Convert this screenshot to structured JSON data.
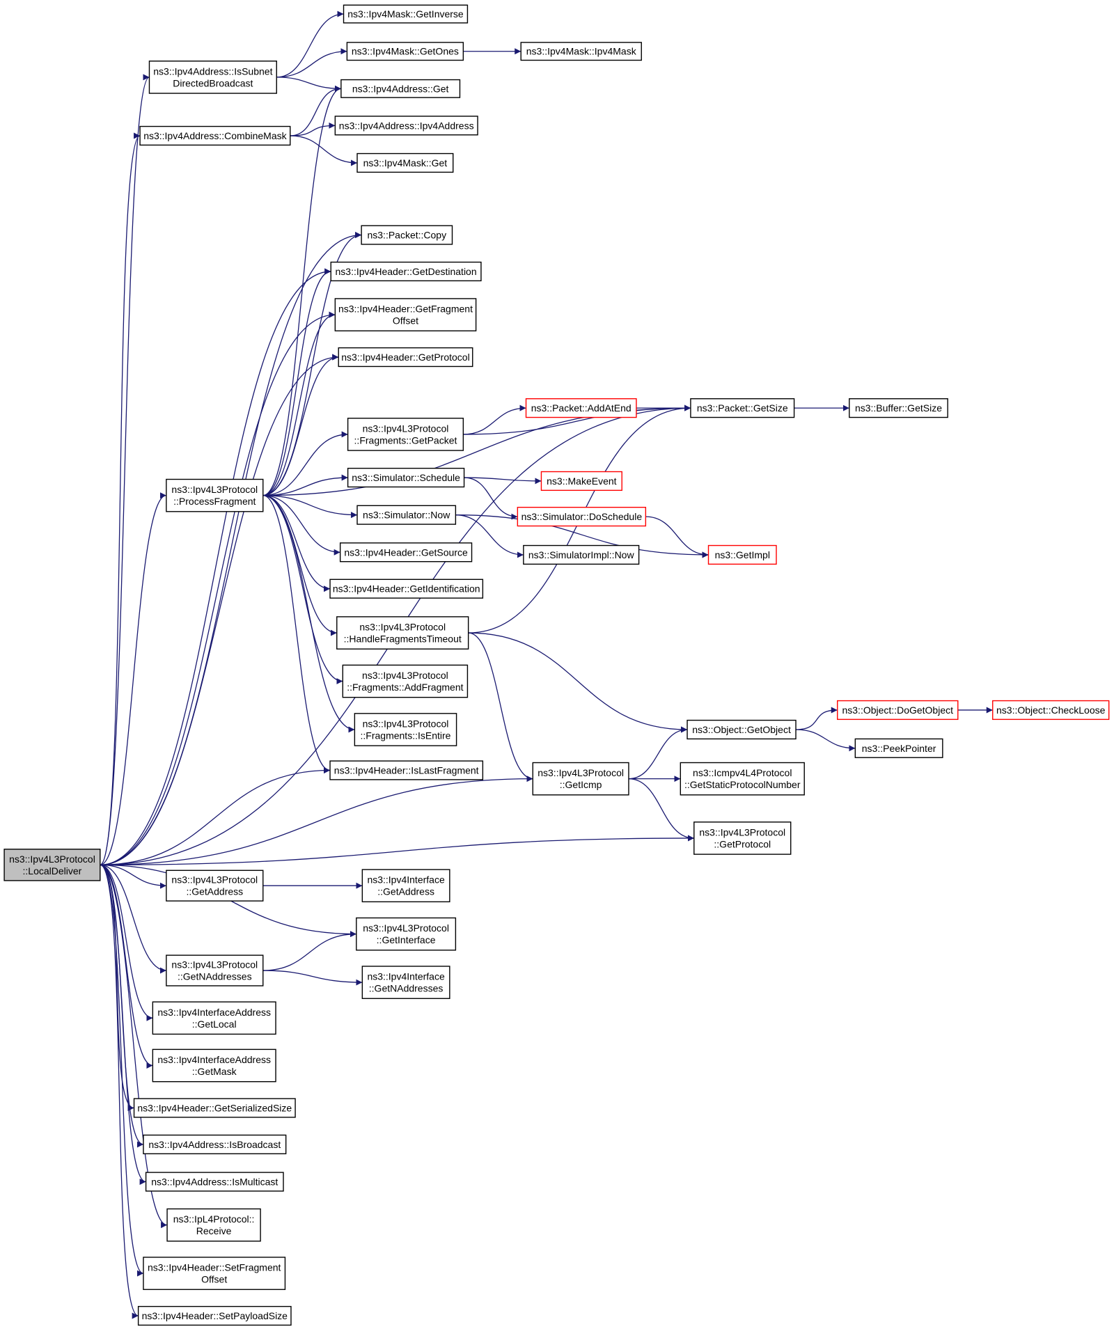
{
  "colors": {
    "edge": "#191970",
    "node_border": "#000000",
    "node_border_truncated": "#ff0000",
    "root_fill": "#bfbfbf",
    "node_fill": "#ffffff"
  },
  "nodes": [
    {
      "id": "n_root",
      "lines": [
        "ns3::Ipv4L3Protocol",
        "::LocalDeliver"
      ],
      "style": "root"
    },
    {
      "id": "n_subnet",
      "lines": [
        "ns3::Ipv4Address::IsSubnet",
        "DirectedBroadcast"
      ],
      "style": "normal"
    },
    {
      "id": "n_getinverse",
      "lines": [
        "ns3::Ipv4Mask::GetInverse"
      ],
      "style": "normal"
    },
    {
      "id": "n_getones",
      "lines": [
        "ns3::Ipv4Mask::GetOnes"
      ],
      "style": "normal"
    },
    {
      "id": "n_ipv4mask",
      "lines": [
        "ns3::Ipv4Mask::Ipv4Mask"
      ],
      "style": "normal"
    },
    {
      "id": "n_addrget",
      "lines": [
        "ns3::Ipv4Address::Get"
      ],
      "style": "normal"
    },
    {
      "id": "n_combinemask",
      "lines": [
        "ns3::Ipv4Address::CombineMask"
      ],
      "style": "normal"
    },
    {
      "id": "n_ipv4address",
      "lines": [
        "ns3::Ipv4Address::Ipv4Address"
      ],
      "style": "normal"
    },
    {
      "id": "n_maskget",
      "lines": [
        "ns3::Ipv4Mask::Get"
      ],
      "style": "normal"
    },
    {
      "id": "n_copy",
      "lines": [
        "ns3::Packet::Copy"
      ],
      "style": "normal"
    },
    {
      "id": "n_getdest",
      "lines": [
        "ns3::Ipv4Header::GetDestination"
      ],
      "style": "normal"
    },
    {
      "id": "n_getfragoff",
      "lines": [
        "ns3::Ipv4Header::GetFragment",
        "Offset"
      ],
      "style": "normal"
    },
    {
      "id": "n_getproto",
      "lines": [
        "ns3::Ipv4Header::GetProtocol"
      ],
      "style": "normal"
    },
    {
      "id": "n_addatend",
      "lines": [
        "ns3::Packet::AddAtEnd"
      ],
      "style": "truncated"
    },
    {
      "id": "n_getsize",
      "lines": [
        "ns3::Packet::GetSize"
      ],
      "style": "normal"
    },
    {
      "id": "n_bufgetsize",
      "lines": [
        "ns3::Buffer::GetSize"
      ],
      "style": "normal"
    },
    {
      "id": "n_fraggetpacket",
      "lines": [
        "ns3::Ipv4L3Protocol",
        "::Fragments::GetPacket"
      ],
      "style": "normal"
    },
    {
      "id": "n_procfrag",
      "lines": [
        "ns3::Ipv4L3Protocol",
        "::ProcessFragment"
      ],
      "style": "normal"
    },
    {
      "id": "n_schedule",
      "lines": [
        "ns3::Simulator::Schedule"
      ],
      "style": "normal"
    },
    {
      "id": "n_makeevent",
      "lines": [
        "ns3::MakeEvent"
      ],
      "style": "truncated"
    },
    {
      "id": "n_doschedule",
      "lines": [
        "ns3::Simulator::DoSchedule"
      ],
      "style": "truncated"
    },
    {
      "id": "n_now",
      "lines": [
        "ns3::Simulator::Now"
      ],
      "style": "normal"
    },
    {
      "id": "n_implnow",
      "lines": [
        "ns3::SimulatorImpl::Now"
      ],
      "style": "normal"
    },
    {
      "id": "n_getimpl",
      "lines": [
        "ns3::GetImpl"
      ],
      "style": "truncated"
    },
    {
      "id": "n_getsource",
      "lines": [
        "ns3::Ipv4Header::GetSource"
      ],
      "style": "normal"
    },
    {
      "id": "n_getident",
      "lines": [
        "ns3::Ipv4Header::GetIdentification"
      ],
      "style": "normal"
    },
    {
      "id": "n_handlefrag",
      "lines": [
        "ns3::Ipv4L3Protocol",
        "::HandleFragmentsTimeout"
      ],
      "style": "normal"
    },
    {
      "id": "n_addfrag",
      "lines": [
        "ns3::Ipv4L3Protocol",
        "::Fragments::AddFragment"
      ],
      "style": "normal"
    },
    {
      "id": "n_isentire",
      "lines": [
        "ns3::Ipv4L3Protocol",
        "::Fragments::IsEntire"
      ],
      "style": "normal"
    },
    {
      "id": "n_islastfrag",
      "lines": [
        "ns3::Ipv4Header::IsLastFragment"
      ],
      "style": "normal"
    },
    {
      "id": "n_getobject",
      "lines": [
        "ns3::Object::GetObject"
      ],
      "style": "normal"
    },
    {
      "id": "n_dogetobject",
      "lines": [
        "ns3::Object::DoGetObject"
      ],
      "style": "truncated"
    },
    {
      "id": "n_checkloose",
      "lines": [
        "ns3::Object::CheckLoose"
      ],
      "style": "truncated"
    },
    {
      "id": "n_peekpointer",
      "lines": [
        "ns3::PeekPointer"
      ],
      "style": "normal"
    },
    {
      "id": "n_geticmp",
      "lines": [
        "ns3::Ipv4L3Protocol",
        "::GetIcmp"
      ],
      "style": "normal"
    },
    {
      "id": "n_icmpstatic",
      "lines": [
        "ns3::Icmpv4L4Protocol",
        "::GetStaticProtocolNumber"
      ],
      "style": "normal"
    },
    {
      "id": "n_l3getproto",
      "lines": [
        "ns3::Ipv4L3Protocol",
        "::GetProtocol"
      ],
      "style": "normal"
    },
    {
      "id": "n_l3getaddr",
      "lines": [
        "ns3::Ipv4L3Protocol",
        "::GetAddress"
      ],
      "style": "normal"
    },
    {
      "id": "n_ifgetaddr",
      "lines": [
        "ns3::Ipv4Interface",
        "::GetAddress"
      ],
      "style": "normal"
    },
    {
      "id": "n_l3getif",
      "lines": [
        "ns3::Ipv4L3Protocol",
        "::GetInterface"
      ],
      "style": "normal"
    },
    {
      "id": "n_l3getnaddr",
      "lines": [
        "ns3::Ipv4L3Protocol",
        "::GetNAddresses"
      ],
      "style": "normal"
    },
    {
      "id": "n_ifgetnaddr",
      "lines": [
        "ns3::Ipv4Interface",
        "::GetNAddresses"
      ],
      "style": "normal"
    },
    {
      "id": "n_ifaddrlocal",
      "lines": [
        "ns3::Ipv4InterfaceAddress",
        "::GetLocal"
      ],
      "style": "normal"
    },
    {
      "id": "n_ifaddrmask",
      "lines": [
        "ns3::Ipv4InterfaceAddress",
        "::GetMask"
      ],
      "style": "normal"
    },
    {
      "id": "n_serialsize",
      "lines": [
        "ns3::Ipv4Header::GetSerializedSize"
      ],
      "style": "normal"
    },
    {
      "id": "n_isbroadcast",
      "lines": [
        "ns3::Ipv4Address::IsBroadcast"
      ],
      "style": "normal"
    },
    {
      "id": "n_ismulticast",
      "lines": [
        "ns3::Ipv4Address::IsMulticast"
      ],
      "style": "normal"
    },
    {
      "id": "n_receive",
      "lines": [
        "ns3::IpL4Protocol::",
        "Receive"
      ],
      "style": "normal"
    },
    {
      "id": "n_setfragoff",
      "lines": [
        "ns3::Ipv4Header::SetFragment",
        "Offset"
      ],
      "style": "normal"
    },
    {
      "id": "n_setpayload",
      "lines": [
        "ns3::Ipv4Header::SetPayloadSize"
      ],
      "style": "normal"
    }
  ],
  "edges": [
    [
      "n_root",
      "n_subnet"
    ],
    [
      "n_root",
      "n_combinemask"
    ],
    [
      "n_root",
      "n_copy"
    ],
    [
      "n_root",
      "n_getdest"
    ],
    [
      "n_root",
      "n_getfragoff"
    ],
    [
      "n_root",
      "n_getproto"
    ],
    [
      "n_root",
      "n_getsize"
    ],
    [
      "n_root",
      "n_procfrag"
    ],
    [
      "n_root",
      "n_islastfrag"
    ],
    [
      "n_root",
      "n_geticmp"
    ],
    [
      "n_root",
      "n_l3getproto"
    ],
    [
      "n_root",
      "n_l3getaddr"
    ],
    [
      "n_root",
      "n_l3getif"
    ],
    [
      "n_root",
      "n_l3getnaddr"
    ],
    [
      "n_root",
      "n_ifaddrlocal"
    ],
    [
      "n_root",
      "n_ifaddrmask"
    ],
    [
      "n_root",
      "n_serialsize"
    ],
    [
      "n_root",
      "n_isbroadcast"
    ],
    [
      "n_root",
      "n_ismulticast"
    ],
    [
      "n_root",
      "n_receive"
    ],
    [
      "n_root",
      "n_setfragoff"
    ],
    [
      "n_root",
      "n_setpayload"
    ],
    [
      "n_subnet",
      "n_getinverse"
    ],
    [
      "n_subnet",
      "n_getones"
    ],
    [
      "n_subnet",
      "n_addrget"
    ],
    [
      "n_getones",
      "n_ipv4mask"
    ],
    [
      "n_combinemask",
      "n_addrget"
    ],
    [
      "n_combinemask",
      "n_ipv4address"
    ],
    [
      "n_combinemask",
      "n_maskget"
    ],
    [
      "n_procfrag",
      "n_addrget"
    ],
    [
      "n_procfrag",
      "n_copy"
    ],
    [
      "n_procfrag",
      "n_getdest"
    ],
    [
      "n_procfrag",
      "n_getfragoff"
    ],
    [
      "n_procfrag",
      "n_getproto"
    ],
    [
      "n_procfrag",
      "n_getsize"
    ],
    [
      "n_procfrag",
      "n_fraggetpacket"
    ],
    [
      "n_procfrag",
      "n_schedule"
    ],
    [
      "n_procfrag",
      "n_now"
    ],
    [
      "n_procfrag",
      "n_getsource"
    ],
    [
      "n_procfrag",
      "n_getident"
    ],
    [
      "n_procfrag",
      "n_handlefrag"
    ],
    [
      "n_procfrag",
      "n_addfrag"
    ],
    [
      "n_procfrag",
      "n_isentire"
    ],
    [
      "n_procfrag",
      "n_islastfrag"
    ],
    [
      "n_fraggetpacket",
      "n_addatend"
    ],
    [
      "n_fraggetpacket",
      "n_getsize"
    ],
    [
      "n_addatend",
      "n_getsize"
    ],
    [
      "n_getsize",
      "n_bufgetsize"
    ],
    [
      "n_schedule",
      "n_makeevent"
    ],
    [
      "n_schedule",
      "n_doschedule"
    ],
    [
      "n_doschedule",
      "n_getimpl"
    ],
    [
      "n_now",
      "n_implnow"
    ],
    [
      "n_now",
      "n_getimpl"
    ],
    [
      "n_handlefrag",
      "n_getsize"
    ],
    [
      "n_handlefrag",
      "n_getobject"
    ],
    [
      "n_handlefrag",
      "n_geticmp"
    ],
    [
      "n_geticmp",
      "n_getobject"
    ],
    [
      "n_geticmp",
      "n_icmpstatic"
    ],
    [
      "n_geticmp",
      "n_l3getproto"
    ],
    [
      "n_getobject",
      "n_dogetobject"
    ],
    [
      "n_getobject",
      "n_peekpointer"
    ],
    [
      "n_dogetobject",
      "n_checkloose"
    ],
    [
      "n_l3getaddr",
      "n_ifgetaddr"
    ],
    [
      "n_l3getnaddr",
      "n_l3getif"
    ],
    [
      "n_l3getnaddr",
      "n_ifgetnaddr"
    ]
  ]
}
